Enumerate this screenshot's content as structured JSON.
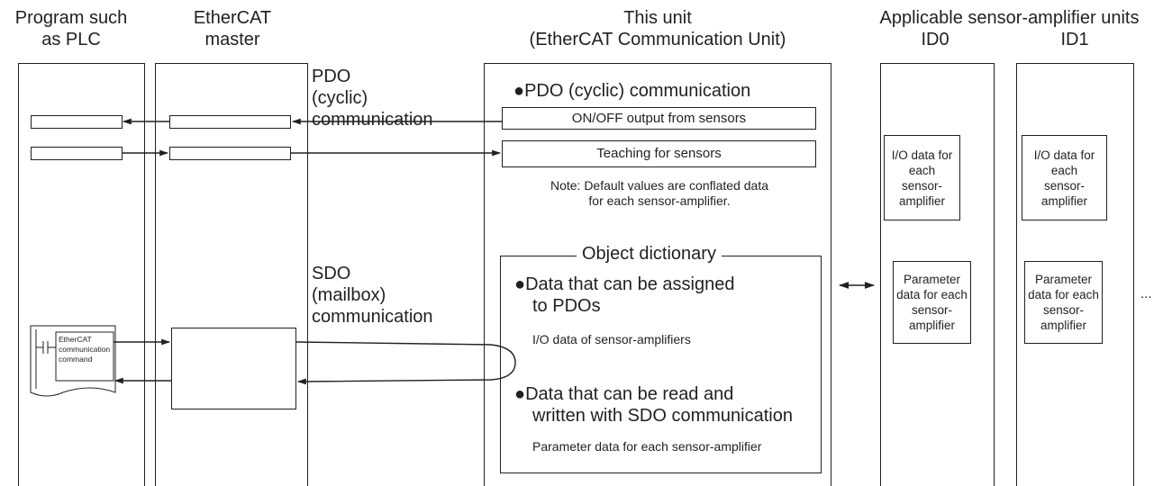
{
  "headers": {
    "program_line1": "Program such",
    "program_line2": "as PLC",
    "master_line1": "EtherCAT",
    "master_line2": "master",
    "unit_line1": "This unit",
    "unit_line2": "(EtherCAT Communication Unit)",
    "sensors_title": "Applicable sensor-amplifier units",
    "id0": "ID0",
    "id1": "ID1"
  },
  "pdo_label": {
    "line1": "PDO",
    "line2": "(cyclic)",
    "line3": "communication"
  },
  "sdo_label": {
    "line1": "SDO",
    "line2": "(mailbox)",
    "line3": "communication"
  },
  "unit": {
    "pdo_heading": "●PDO (cyclic) communication",
    "on_off_output": "ON/OFF output from sensors",
    "teaching": "Teaching for sensors",
    "note_line1": "Note: Default values are conflated data",
    "note_line2": "for each sensor-amplifier.",
    "od_title": "Object dictionary",
    "od_item1_line1": "●Data that can be assigned",
    "od_item1_line2": "to PDOs",
    "od_item1_sub": "I/O data of sensor-amplifiers",
    "od_item2_line1": "●Data that can be read and",
    "od_item2_line2": "written with SDO communication",
    "od_item2_sub": "Parameter data for each sensor-amplifier"
  },
  "plc_command": {
    "line1": "EtherCAT",
    "line2": "communication",
    "line3": "command"
  },
  "sensors": [
    {
      "io_lines": [
        "I/O data for",
        "each",
        "sensor-",
        "amplifier"
      ],
      "param_lines": [
        "Parameter",
        "data for each",
        "sensor-",
        "amplifier"
      ]
    },
    {
      "io_lines": [
        "I/O data for",
        "each",
        "sensor-",
        "amplifier"
      ],
      "param_lines": [
        "Parameter",
        "data for each",
        "sensor-",
        "amplifier"
      ]
    }
  ],
  "ellipsis": "..."
}
